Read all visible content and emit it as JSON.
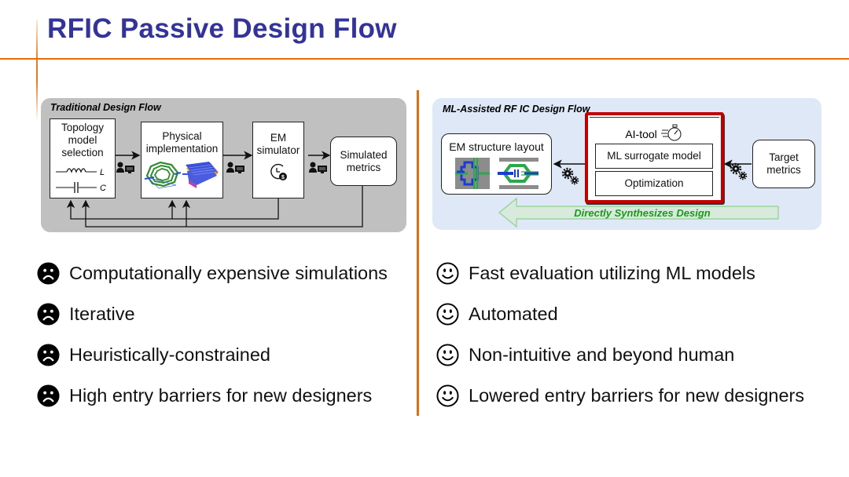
{
  "slide": {
    "title": "RFIC Passive Design Flow"
  },
  "traditional_flow": {
    "panel_title": "Traditional Design Flow",
    "topology_box": {
      "lines": [
        "Topology",
        "model",
        "selection"
      ],
      "inductor_label": "L",
      "capacitor_label": "C"
    },
    "physical_box": {
      "lines": [
        "Physical",
        "implementation"
      ]
    },
    "em_box": {
      "lines": [
        "EM",
        "simulator"
      ]
    },
    "metrics_box": {
      "lines": [
        "Simulated",
        "metrics"
      ]
    },
    "icons": [
      "human-computer-icon",
      "human-computer-icon",
      "human-computer-icon",
      "clock-cost-icon",
      "inductor-layout-image",
      "stacked-layout-image"
    ]
  },
  "ml_flow": {
    "panel_title": "ML-Assisted RF IC Design Flow",
    "em_layout_box": {
      "label": "EM structure layout"
    },
    "ai_tool": {
      "label": "AI-tool",
      "items": [
        "ML surrogate model",
        "Optimization"
      ]
    },
    "target_box": {
      "lines": [
        "Target",
        "metrics"
      ]
    },
    "synth_arrow_label": "Directly Synthesizes Design",
    "colors": {
      "highlight": "#c00000",
      "arrow_text": "#1a9a1a",
      "arrow_fill": "#d8eadb",
      "arrow_stroke": "#8fd18f"
    }
  },
  "cons": {
    "icon": "sad-face-icon",
    "items": [
      "Computationally expensive simulations",
      "Iterative",
      "Heuristically-constrained",
      "High entry barriers for new designers"
    ]
  },
  "pros": {
    "icon": "smiley-face-icon",
    "items": [
      "Fast evaluation utilizing ML models",
      "Automated",
      "Non-intuitive and beyond human",
      "Lowered entry barriers for new designers"
    ]
  },
  "colors": {
    "title": "#333399",
    "accent_rule": "#e46c0a",
    "traditional_panel": "#c0c0c0",
    "ml_panel": "#dfe8f6"
  }
}
